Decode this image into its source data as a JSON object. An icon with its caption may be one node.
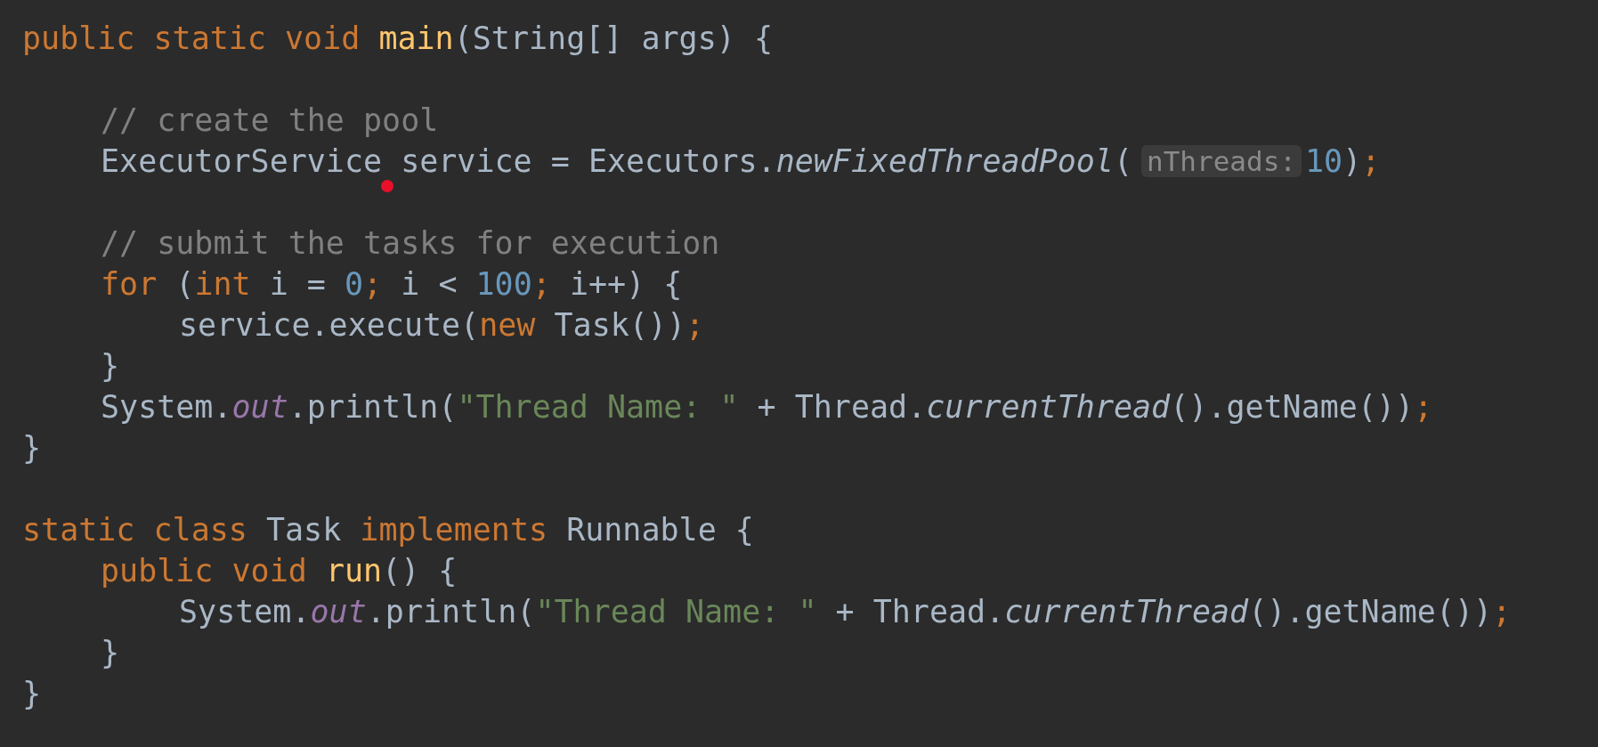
{
  "diagram": {
    "labels": [
      "public static void main(String[] args) {",
      "// create the pool",
      "ExecutorService service = Executors.newFixedThreadPool(",
      "nThreads:",
      "10);",
      "// submit the tasks for execution",
      "for (int i = 0; i < 100; i++) {",
      "service.execute(new Task());",
      "}",
      "System.out.println(\"Thread Name: \" + Thread.currentThread().getName());",
      "}",
      "static class Task implements Runnable {",
      "public void run() {",
      "System.out.println(\"Thread Name: \" + Thread.currentThread().getName());",
      "}",
      "}"
    ]
  }
}
